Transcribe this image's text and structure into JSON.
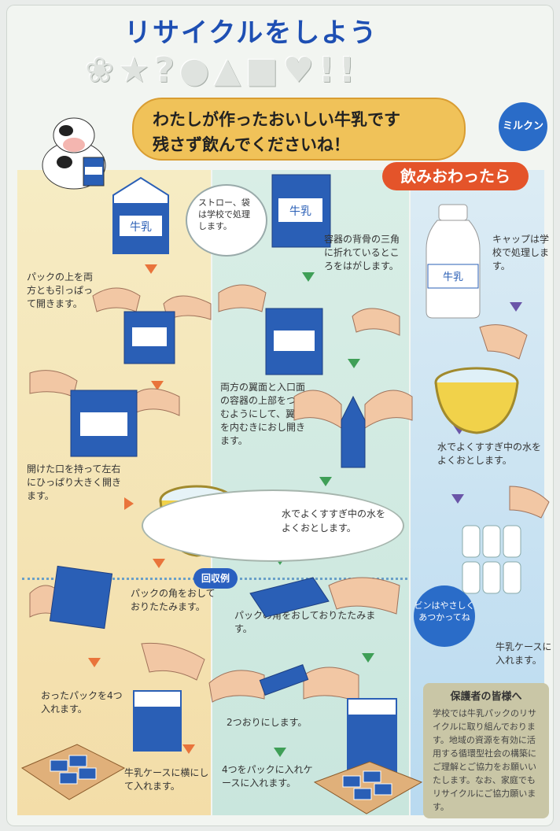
{
  "title": "リサイクルをしよう",
  "shape_cutouts": "❀★?●▲■♥!!",
  "banner": {
    "line1": "わたしが作ったおいしい牛乳です",
    "line2": "残さず飲んでくださいね！"
  },
  "logo_text": "ミルクン",
  "drink_label": "飲みおわったら",
  "straw_note": "ストロー、袋は学校で処理します。",
  "carton_label": "牛乳",
  "steps": {
    "left": [
      "パックの上を両方とも引っぱって開きます。",
      "開けた口を持って左右にひっぱり大きく開きます。",
      "パックの角をおしておりたたみます。",
      "おったパックを4つ入れます。",
      "牛乳ケースに横にして入れます。"
    ],
    "middle": [
      "容器の背骨の三角に折れているところをはがします。",
      "両方の翼面と入口面の容器の上部をつまむようにして、翼面を内むきにおし開きます。",
      "パックの角をおしておりたたみます。",
      "2つおりにします。",
      "4つをパックに入れケースに入れます。"
    ],
    "right": [
      "キャップは学校で処理します。",
      "水でよくすすぎ中の水をよくおとします。",
      "牛乳ケースに入れます。"
    ]
  },
  "rinse_bubble": "水でよくすすぎ中の水をよくおとします。",
  "recycle_badge": "回収例",
  "bottle_badge": "ビンはやさしくあつかってね",
  "notice": {
    "heading": "保護者の皆様へ",
    "body": "学校では牛乳パックのリサイクルに取り組んでおります。地域の資源を有効に活用する循環型社会の構築にご理解とご協力をお願いいたします。なお、家庭でもリサイクルにご協力願います。"
  },
  "colors": {
    "title": "#1e4fb3",
    "banner": "#f0c259",
    "drink_badge": "#e4542a",
    "carton_blue": "#2a5fb6"
  }
}
